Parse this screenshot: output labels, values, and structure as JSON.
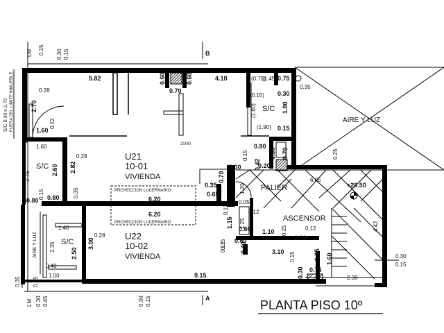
{
  "title": "PLANTA PISO 10º",
  "section_top": "B",
  "section_bottom": "A",
  "units": [
    {
      "id": "U21",
      "code": "10-01",
      "label": "VIVIENDA"
    },
    {
      "id": "U22",
      "code": "10-02",
      "label": "VIVIENDA"
    }
  ],
  "rooms": {
    "sc1": "S/C",
    "sc2": "S/C",
    "sc3": "S/C",
    "aire_luz_top": "AIRE Y LUZ",
    "aire_luz_left": "AIRE Y LUZ",
    "palier": "PALIER",
    "ascensor": "ASCENSOR",
    "proy1": "PROYECCION LUCERNARIO",
    "proy2": "PROYECCION LUCERNARIO"
  },
  "side_note": "S/C 0.30 x 2.70",
  "side_note2": "FUERA DEL LIMITE INMUEBLE",
  "level": "+28.50",
  "lm_top": "LM",
  "lm_bottom": "LM",
  "dims": {
    "d582": "5.82",
    "d418": "4.18",
    "d060a": "0.60",
    "d060b": "0.60",
    "d070": "0.70",
    "d028a": "0.28",
    "d270": "2.70",
    "d160a": "1.60",
    "d022": "0.22",
    "d160b": "1.60",
    "d028b": "0.28",
    "d260": "2.60",
    "d282": "2.82",
    "d275": "2.75",
    "d035a": "0.35",
    "d015a": "0.15",
    "d080a": "0.80",
    "d080b": "0.80",
    "d075a": "(0.75)",
    "d145": "(1.45)",
    "d015p": "(0.15)",
    "d180p": "(1.80)",
    "d190": "(1.90)",
    "d075b": "0.75",
    "d030": "0.30",
    "d180": "1.80",
    "d015b": "0.15",
    "d070b": "0.70",
    "d035b": "0.35",
    "d2090": "20/90",
    "d090": "0.90",
    "d050": "0.50",
    "d015c": "0.15",
    "d042": "0.42",
    "d020": "0.20",
    "d200a": "2.00",
    "d025a": "0.25",
    "d605": "6.05",
    "d035c": "0.35",
    "d065": "0.65",
    "d070c": "0.70",
    "d120a": "1.20",
    "d005": "0.05",
    "d012a": "0.12",
    "d620a": "6.20",
    "d620b": "6.20",
    "d012b": "0.12",
    "d115a": "1.15",
    "d060c": "0.60",
    "d110": "1.10",
    "d025b": "0.25",
    "d012c": "0.12",
    "d442": "4.42",
    "d125": "1.25",
    "d200b": "2.00",
    "d015d": "0.15",
    "d060d": "0.60",
    "d012d": "0.12",
    "d040a": "0.40",
    "d140": "1.40",
    "d028c": "0.28",
    "d235": "2.35",
    "d250": "2.50",
    "d300": "3.00",
    "d040b": "0.40",
    "d100": "1.00",
    "d310": "3.10",
    "d015e": "0.15",
    "d115b": "1.15",
    "d160c": "1.60",
    "d030b": "0.30",
    "d075c": "0.75",
    "d915": "9.15",
    "d230": "2.30",
    "d030c": "0.30",
    "d015f": "0.15",
    "d035d": "0.35",
    "d030t1": "0.30",
    "d015t1": "0.15",
    "d015t2": "0.15",
    "d030b1": "0.30",
    "d015b1": "0.15",
    "d030b2": "0.30",
    "d045": "0.45",
    "d015b2": "0.15"
  }
}
